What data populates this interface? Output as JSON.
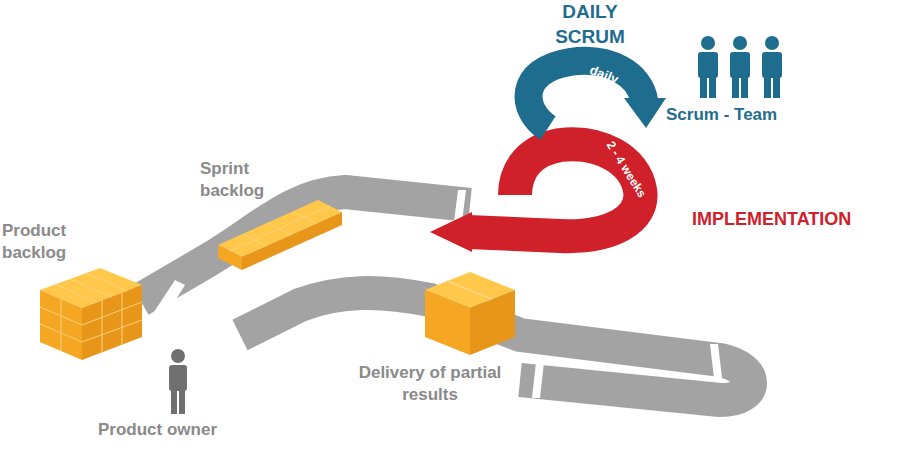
{
  "diagram": {
    "labels": [
      "DAILY SCRUM",
      "daily",
      "Scrum - Team",
      "2 - 4 weeks",
      "IMPLEMENTATION",
      "Sprint backlog",
      "Product backlog",
      "Product owner",
      "Delivery of partial results"
    ]
  }
}
